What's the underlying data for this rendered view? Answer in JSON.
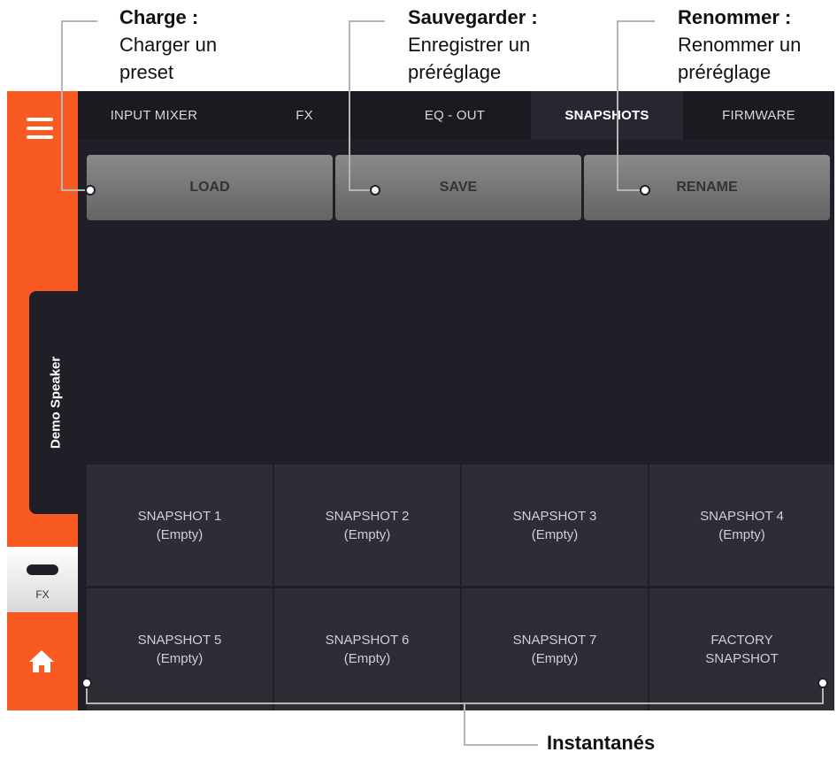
{
  "callouts": {
    "load": {
      "title": "Charge :",
      "line1": "Charger un",
      "line2": "preset"
    },
    "save": {
      "title": "Sauvegarder :",
      "line1": "Enregistrer un",
      "line2": "préréglage"
    },
    "rename": {
      "title": "Renommer :",
      "line1": "Renommer un",
      "line2": "préréglage"
    },
    "snapshots": {
      "title": "Instantanés"
    }
  },
  "sidebar": {
    "menu_icon": "hamburger-icon",
    "device_name": "Demo Speaker",
    "fx_label": "FX",
    "home_icon": "home-icon"
  },
  "tabs": [
    {
      "label": "INPUT MIXER"
    },
    {
      "label": "FX"
    },
    {
      "label": "EQ - OUT"
    },
    {
      "label": "SNAPSHOTS",
      "active": true
    },
    {
      "label": "FIRMWARE"
    }
  ],
  "actions": {
    "load": "LOAD",
    "save": "SAVE",
    "rename": "RENAME"
  },
  "snapshots": [
    {
      "name": "SNAPSHOT 1",
      "status": "(Empty)"
    },
    {
      "name": "SNAPSHOT 2",
      "status": "(Empty)"
    },
    {
      "name": "SNAPSHOT 3",
      "status": "(Empty)"
    },
    {
      "name": "SNAPSHOT 4",
      "status": "(Empty)"
    },
    {
      "name": "SNAPSHOT 5",
      "status": "(Empty)"
    },
    {
      "name": "SNAPSHOT 6",
      "status": "(Empty)"
    },
    {
      "name": "SNAPSHOT 7",
      "status": "(Empty)"
    },
    {
      "name": "FACTORY",
      "status": "SNAPSHOT"
    }
  ],
  "colors": {
    "accent": "#f85a22",
    "background": "#1f2027",
    "tab_bar": "#1a1b21",
    "button": "#7a7a7a",
    "cell": "#2c2d35"
  }
}
